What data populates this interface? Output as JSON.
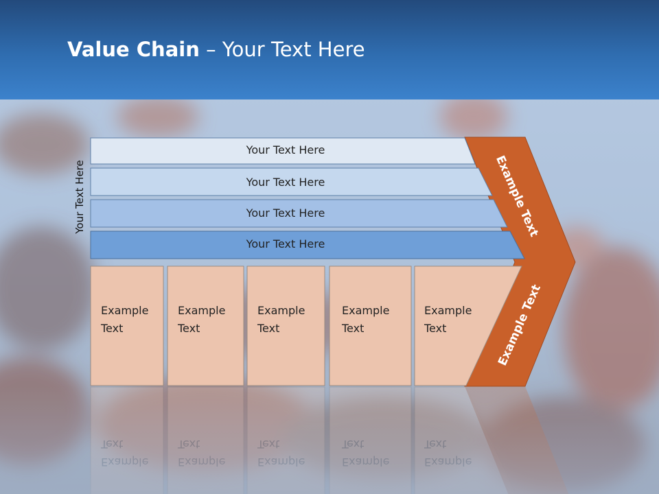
{
  "slide": {
    "title_bold": "Value Chain",
    "title_rest": " – Your Text Here",
    "side_label": "Your Text Here"
  },
  "bands": [
    {
      "label": "Your Text Here",
      "fill": "#dfe8f3"
    },
    {
      "label": "Your Text Here",
      "fill": "#c5d8ee"
    },
    {
      "label": "Your Text Here",
      "fill": "#a3c0e6"
    },
    {
      "label": "Your Text Here",
      "fill": "#6f9fd8"
    }
  ],
  "activities": [
    {
      "line1": "Example",
      "line2": "Text"
    },
    {
      "line1": "Example",
      "line2": "Text"
    },
    {
      "line1": "Example",
      "line2": "Text"
    },
    {
      "line1": "Example",
      "line2": "Text"
    },
    {
      "line1": "Example",
      "line2": "Text"
    }
  ],
  "margin_arrow": {
    "upper_label": "Example Text",
    "lower_label": "Example Text",
    "fill": "#c9602a"
  },
  "colors": {
    "header": "#2f6db0",
    "activity_fill": "#ecc4ae",
    "activity_border": "#9a8a80"
  }
}
